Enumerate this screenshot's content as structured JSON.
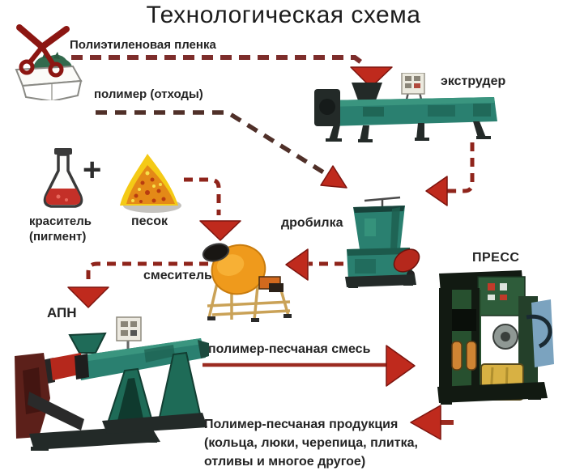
{
  "title": "Технологическая схема",
  "labels": {
    "film": "Полиэтиленовая пленка",
    "polymer_waste": "полимер (отходы)",
    "extruder": "экструдер",
    "crusher": "дробилка",
    "pigment": "краситель\n(пигмент)",
    "plus": "+",
    "sand": "песок",
    "mixer": "смеситель",
    "apn": "АПН",
    "press": "ПРЕСС",
    "mixture": "полимер-песчаная смесь",
    "products": "Полимер-песчаная продукция\n(кольца, люки, черепица, плитка,\nотливы и многое другое)"
  },
  "icons": [
    "scissors-film-box-icon",
    "flask-pigment-icon",
    "sand-pile-icon",
    "extruder-machine-image",
    "crusher-machine-image",
    "mixer-machine-image",
    "apn-machine-image",
    "press-machine-image"
  ],
  "colors": {
    "background": "#ffffff",
    "text_dark": "#242424",
    "arrow_red": "#bf2a1d",
    "arrow_edge": "#7d150f",
    "dash_film": "#7d2d2b",
    "dash_waste": "#503029",
    "dash_maroon": "#8f241b",
    "solid_red": "#9b2b20",
    "machine_teal": "#2a8070",
    "machine_teal_dark": "#1d5f50",
    "metal_dark": "#232a28",
    "frame_maroon": "#5c201a",
    "motor_red": "#b5281c",
    "mixer_orange": "#ef9a1c",
    "stand_tan": "#caa257",
    "sand_yellow": "#f4ca16",
    "sand_orange": "#e07818",
    "flask_red": "#c43028",
    "press_green": "#2e5c3a",
    "press_dark": "#121a12",
    "press_blue": "#7ba3bf",
    "press_yellow": "#d8b143",
    "press_orange": "#cf8433"
  }
}
